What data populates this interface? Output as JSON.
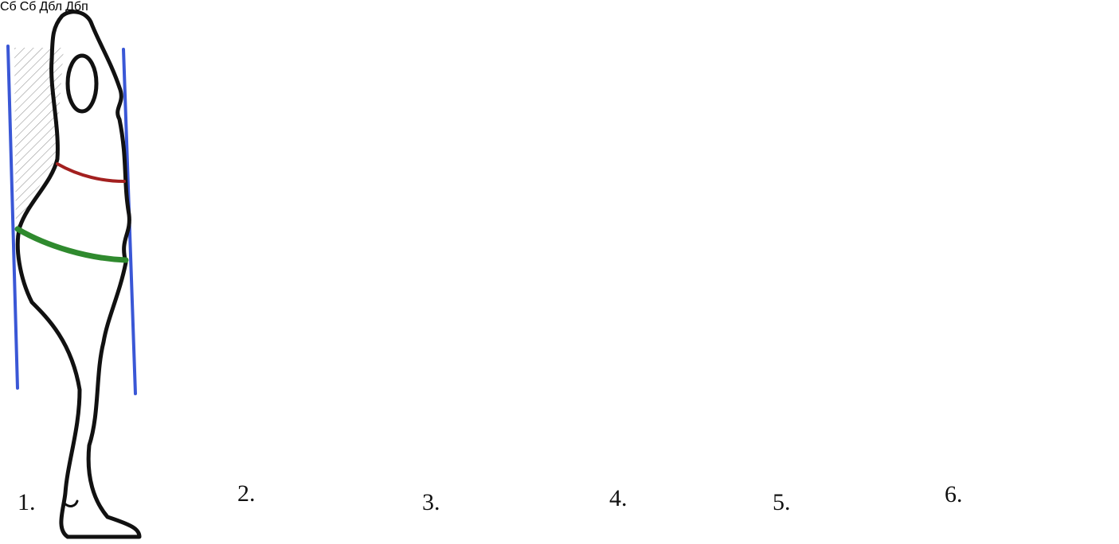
{
  "figures": [
    {
      "number": "1."
    },
    {
      "number": "2."
    },
    {
      "number": "3."
    },
    {
      "number": "4."
    },
    {
      "number": "5."
    },
    {
      "number": "6."
    }
  ],
  "labels": {
    "hip_girth": "Сб",
    "hip_girth_small": "Сб",
    "left_hip_length": "Дбл",
    "right_hip_length": "Дбп"
  },
  "colors": {
    "plumb_line": "#3a57d6",
    "waist_line": "#a3201f",
    "hip_line": "#2f8a2e",
    "projection_line": "#c81e1e",
    "floor_line": "#2233aa"
  }
}
